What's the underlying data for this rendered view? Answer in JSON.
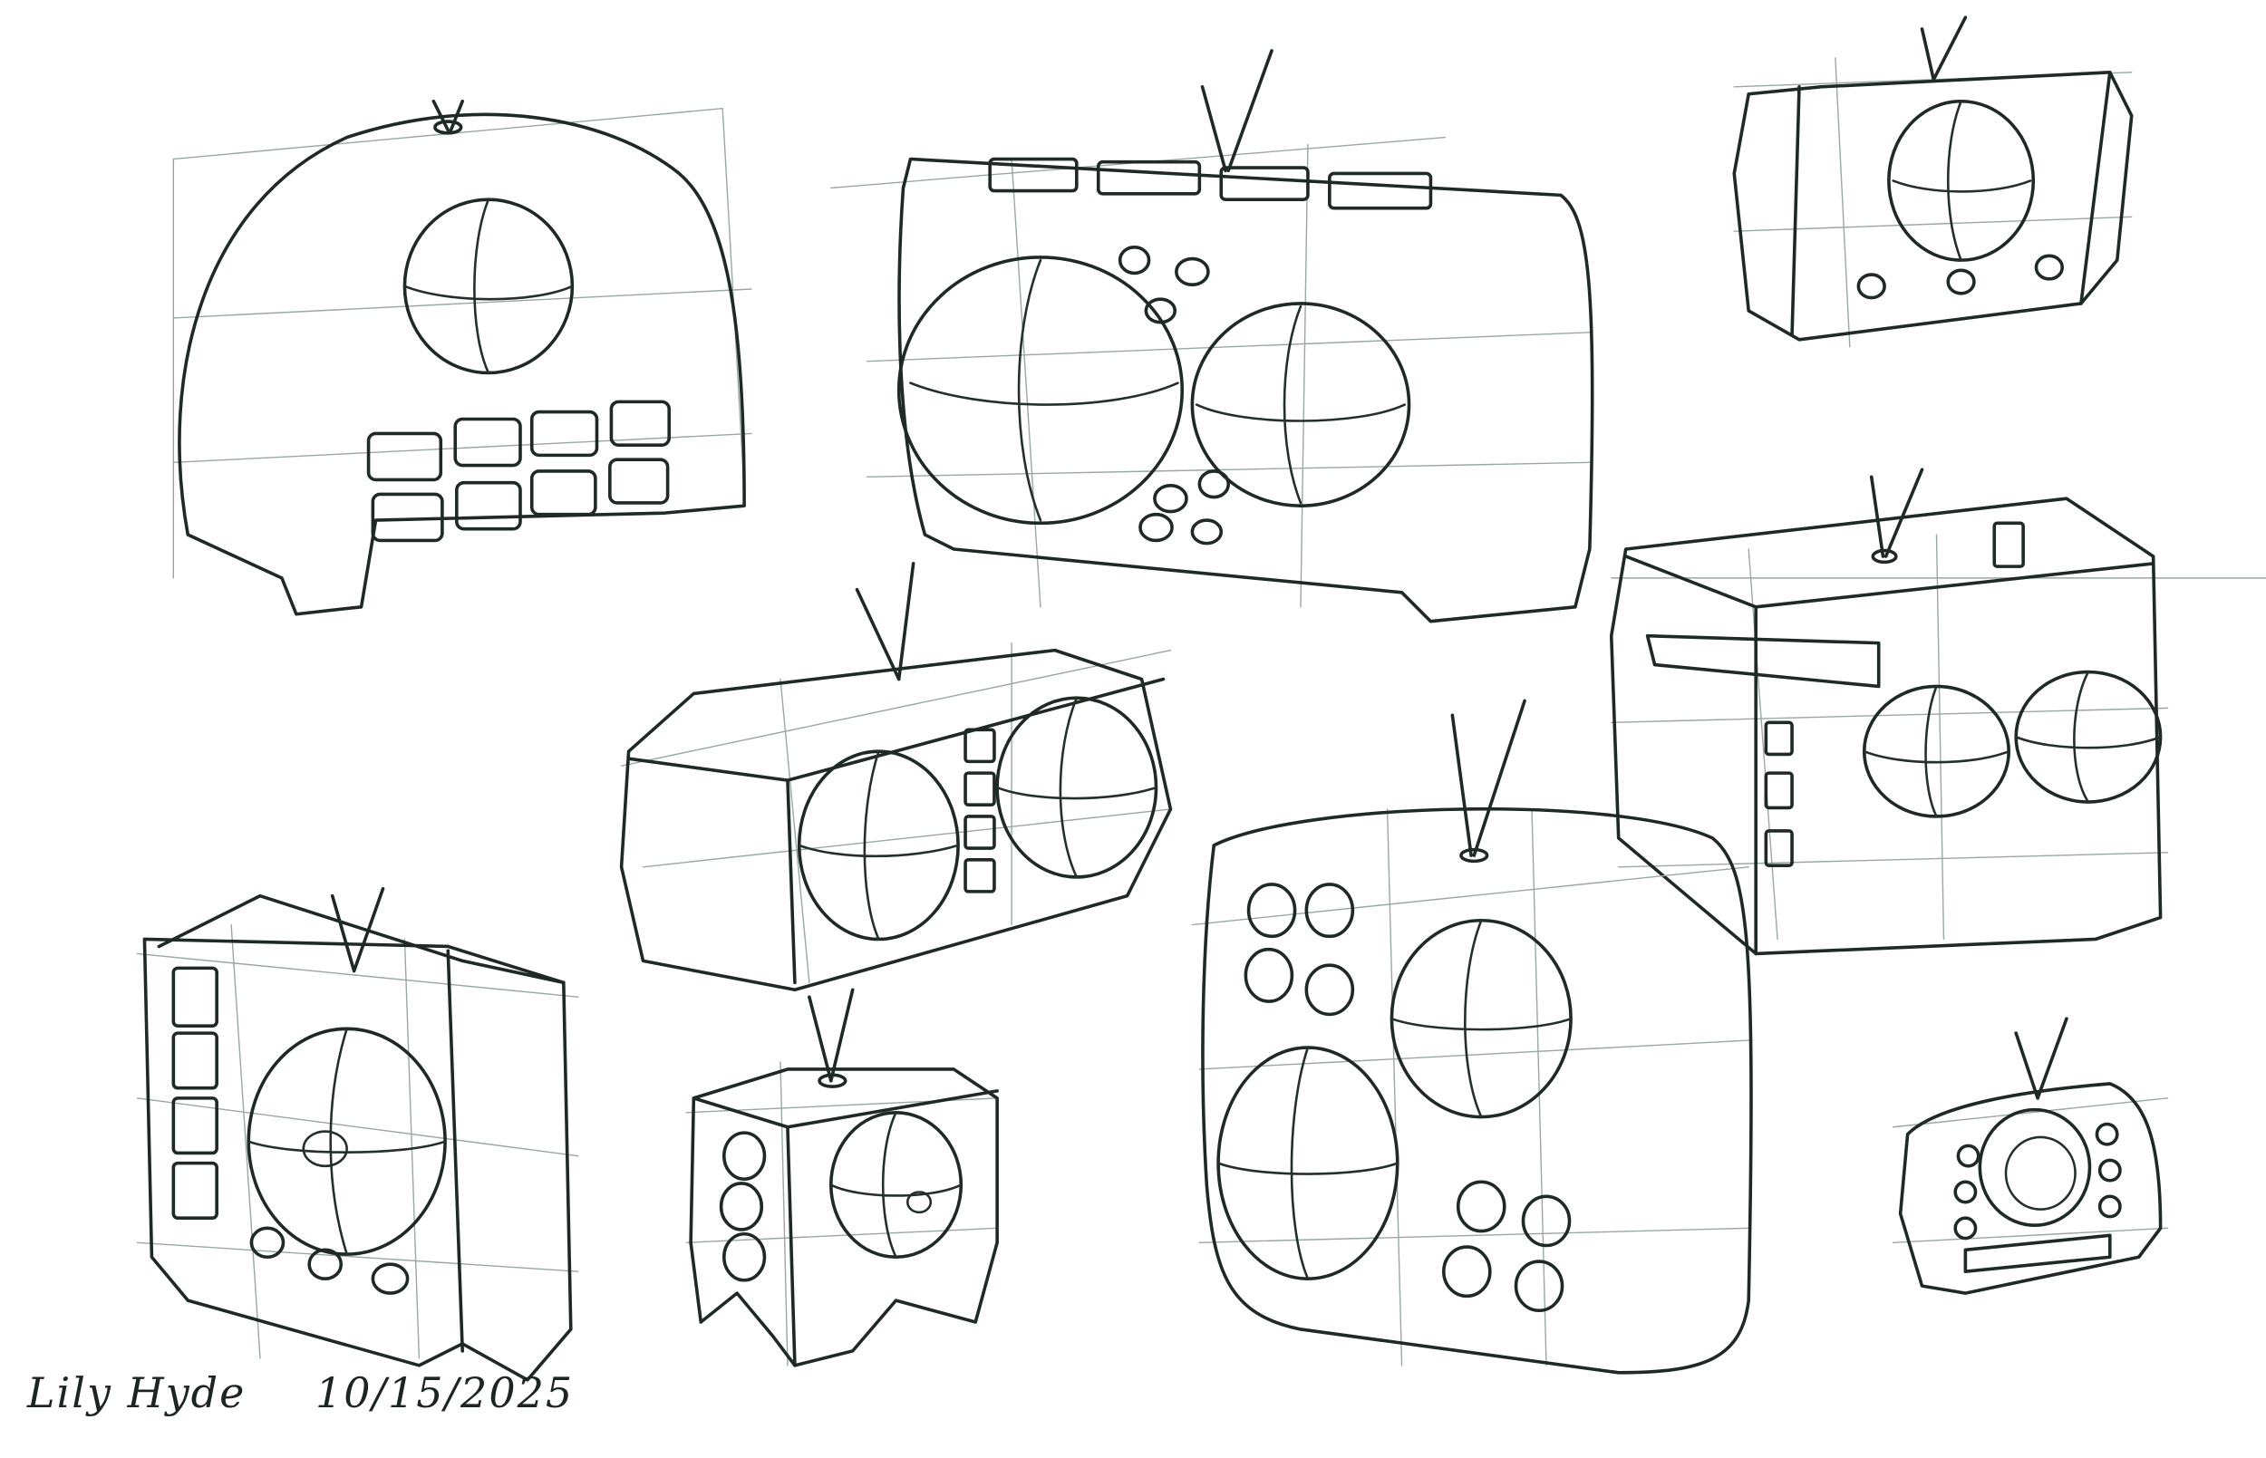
{
  "sheet": {
    "signature": {
      "name": "Lily Hyde",
      "date": "10/15/2025"
    }
  },
  "colors": {
    "paper": "#ffffff",
    "ink": "#1f2a24",
    "construction_lines": "#9aa8a1"
  },
  "sketches": [
    {
      "name": "rounded-tv-with-key-grid",
      "icon": "tv-icon"
    },
    {
      "name": "twin-speaker-radio-with-top-buttons",
      "icon": "radio-icon"
    },
    {
      "name": "small-tv-with-three-knobs",
      "icon": "tv-icon"
    },
    {
      "name": "horizontal-twin-speaker-with-side-buttons",
      "icon": "speaker-icon"
    },
    {
      "name": "boxy-radio-with-two-speakers",
      "icon": "radio-icon"
    },
    {
      "name": "tv-with-side-buttons",
      "icon": "tv-icon"
    },
    {
      "name": "cube-speaker-with-three-knobs",
      "icon": "speaker-icon"
    },
    {
      "name": "large-speaker-with-knob-clusters",
      "icon": "speaker-icon"
    },
    {
      "name": "mini-tv-with-side-knobs",
      "icon": "tv-icon"
    }
  ]
}
